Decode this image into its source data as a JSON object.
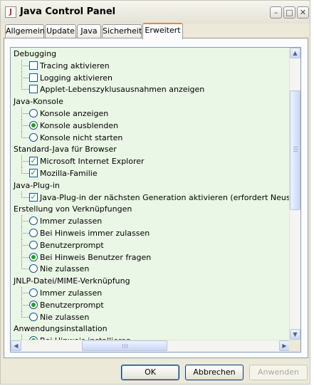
{
  "window": {
    "title": "Java Control Panel",
    "controls": {
      "minimize": "–",
      "maximize": "□",
      "close": "✕"
    },
    "app_icon": "java-cup-icon"
  },
  "tabs": [
    {
      "label": "Allgemein",
      "active": false
    },
    {
      "label": "Update",
      "active": false
    },
    {
      "label": "Java",
      "active": false
    },
    {
      "label": "Sicherheit",
      "active": false
    },
    {
      "label": "Erweitert",
      "active": true
    }
  ],
  "tree": [
    {
      "kind": "group",
      "label": "Debugging"
    },
    {
      "kind": "checkbox",
      "label": "Tracing aktivieren",
      "checked": false
    },
    {
      "kind": "checkbox",
      "label": "Logging aktivieren",
      "checked": false
    },
    {
      "kind": "checkbox",
      "label": "Applet-Lebenszyklusausnahmen anzeigen",
      "checked": false
    },
    {
      "kind": "group",
      "label": "Java-Konsole"
    },
    {
      "kind": "radio",
      "label": "Konsole anzeigen",
      "checked": false
    },
    {
      "kind": "radio",
      "label": "Konsole ausblenden",
      "checked": true
    },
    {
      "kind": "radio",
      "label": "Konsole nicht starten",
      "checked": false
    },
    {
      "kind": "group",
      "label": "Standard-Java für Browser"
    },
    {
      "kind": "checkbox",
      "label": "Microsoft Internet Explorer",
      "checked": true
    },
    {
      "kind": "checkbox",
      "label": "Mozilla-Familie",
      "checked": true
    },
    {
      "kind": "group",
      "label": "Java-Plug-in"
    },
    {
      "kind": "checkbox",
      "label": "Java-Plug-in der nächsten Generation aktivieren (erfordert Neustart des B",
      "checked": true
    },
    {
      "kind": "group",
      "label": "Erstellung von Verknüpfungen"
    },
    {
      "kind": "radio",
      "label": "Immer zulassen",
      "checked": false
    },
    {
      "kind": "radio",
      "label": "Bei Hinweis immer zulassen",
      "checked": false
    },
    {
      "kind": "radio",
      "label": "Benutzerprompt",
      "checked": false
    },
    {
      "kind": "radio",
      "label": "Bei Hinweis Benutzer fragen",
      "checked": true
    },
    {
      "kind": "radio",
      "label": "Nie zulassen",
      "checked": false
    },
    {
      "kind": "group",
      "label": "JNLP-Datei/MIME-Verknüpfung"
    },
    {
      "kind": "radio",
      "label": "Immer zulassen",
      "checked": false
    },
    {
      "kind": "radio",
      "label": "Benutzerprompt",
      "checked": true
    },
    {
      "kind": "radio",
      "label": "Nie zulassen",
      "checked": false
    },
    {
      "kind": "group",
      "label": "Anwendungsinstallation"
    },
    {
      "kind": "radio",
      "label": "Bei Hinweis installieren",
      "checked": true
    }
  ],
  "buttons": {
    "ok": "OK",
    "cancel": "Abbrechen",
    "apply": "Anwenden"
  },
  "scroll": {
    "up_arrow": "▲",
    "down_arrow": "▼",
    "left_arrow": "◀",
    "right_arrow": "▶"
  }
}
